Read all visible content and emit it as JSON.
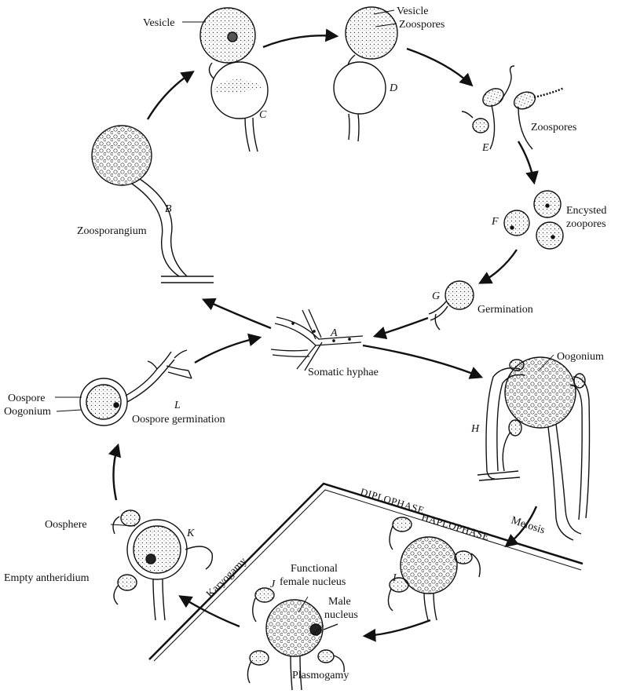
{
  "colors": {
    "ink": "#111111",
    "background": "#ffffff",
    "shade": "#cfcfcf"
  },
  "stages": {
    "A": {
      "letter": "A",
      "label": "Somatic hyphae"
    },
    "B": {
      "letter": "B",
      "label": "Zoosporangium"
    },
    "C": {
      "letter": "C",
      "label": "Vesicle"
    },
    "D": {
      "letter": "D",
      "label_vesicle": "Vesicle",
      "label_zoospores": "Zoospores"
    },
    "E": {
      "letter": "E",
      "label": "Zoospores"
    },
    "F": {
      "letter": "F",
      "label_line1": "Encysted",
      "label_line2": "zoopores"
    },
    "G": {
      "letter": "G",
      "label": "Germination"
    },
    "H": {
      "letter": "H",
      "label": "Oogonium"
    },
    "I": {
      "letter": "I",
      "label": "Meiosis"
    },
    "J": {
      "letter": "J",
      "label_functional_1": "Functional",
      "label_functional_2": "female nucleus",
      "label_male_1": "Male",
      "label_male_2": "nucleus",
      "label_plasmogamy": "Plasmogamy"
    },
    "K": {
      "letter": "K",
      "label_oosphere": "Oosphere",
      "label_empty": "Empty antheridium",
      "label_karyogamy": "Karyogamy"
    },
    "L": {
      "letter": "L",
      "label_oospore": "Oospore",
      "label_oogonium": "Oogonium",
      "label_germination": "Oospore germination"
    }
  },
  "phases": {
    "diplophase": "DIPLOPHASE",
    "haplophase": "HAPLOPHASE"
  }
}
